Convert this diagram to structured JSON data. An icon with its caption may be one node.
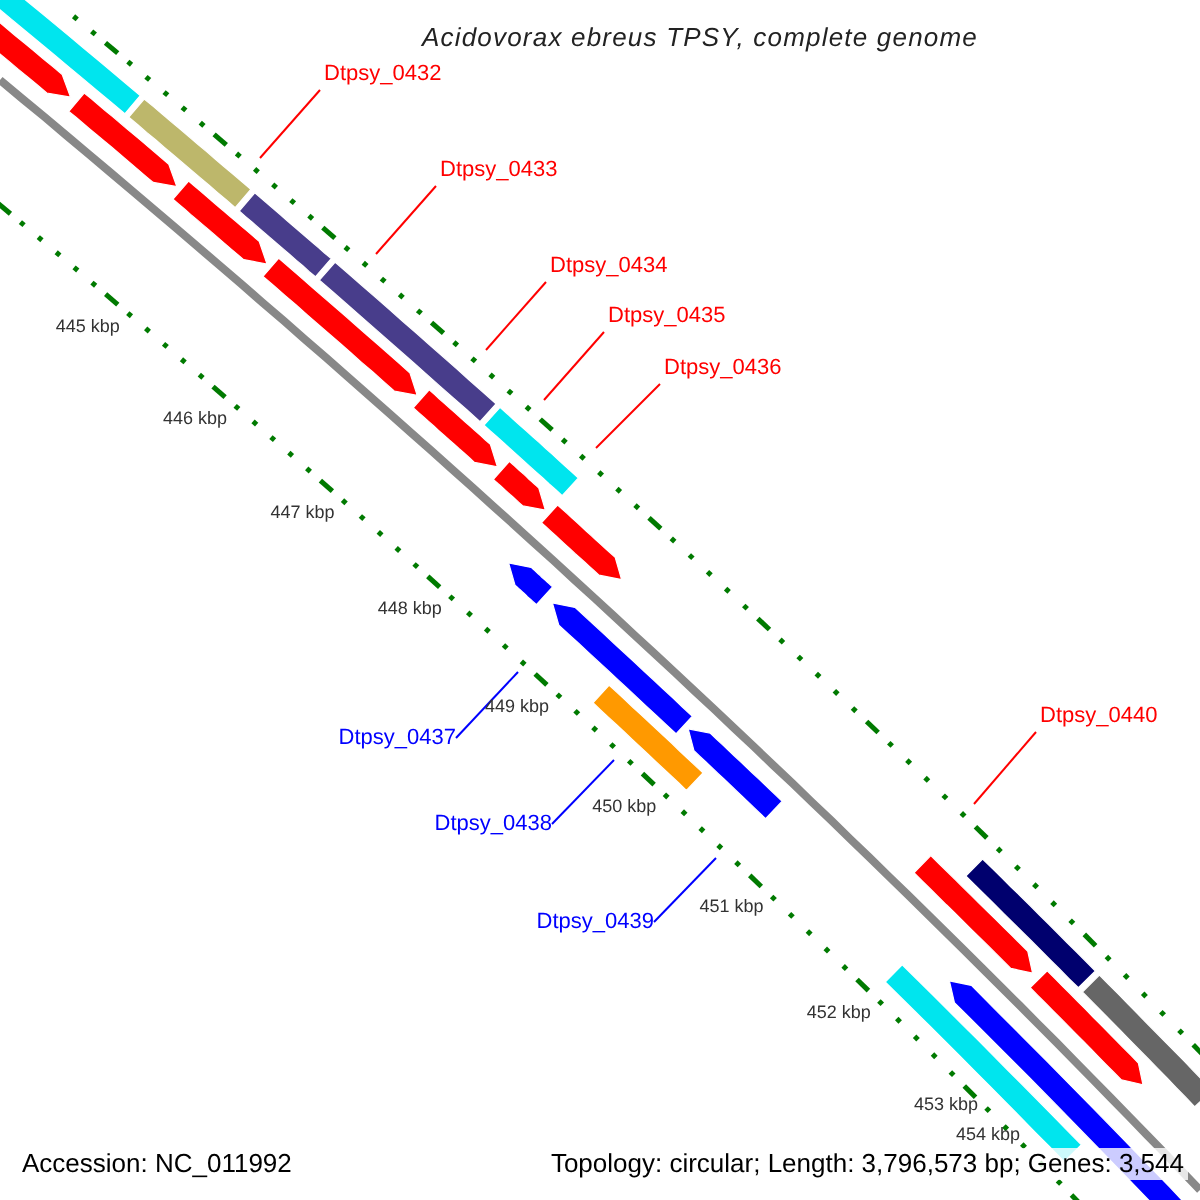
{
  "diagram": {
    "title": "Acidovorax ebreus TPSY, complete genome",
    "nodes": [
      {
        "text": [
          "Dtpsy_0432"
        ]
      },
      {
        "text": [
          "Dtpsy_0433"
        ]
      },
      {
        "text": [
          "Dtpsy_0434"
        ]
      },
      {
        "text": [
          "Dtpsy_0435"
        ]
      },
      {
        "text": [
          "Dtpsy_0436"
        ]
      },
      {
        "text": [
          "Dtpsy_0437"
        ]
      },
      {
        "text": [
          "Dtpsy_0438"
        ]
      },
      {
        "text": [
          "Dtpsy_0439"
        ]
      },
      {
        "text": [
          "Dtpsy_0440"
        ]
      }
    ],
    "edges": [
      {
        "from": 0,
        "to": null,
        "arrow": "none"
      },
      {
        "from": 1,
        "to": null,
        "arrow": "none"
      },
      {
        "from": 2,
        "to": null,
        "arrow": "none"
      },
      {
        "from": 3,
        "to": null,
        "arrow": "none"
      },
      {
        "from": 4,
        "to": null,
        "arrow": "none"
      },
      {
        "from": 5,
        "to": null,
        "arrow": "none",
        "color": "#0000ff"
      },
      {
        "from": 6,
        "to": null,
        "arrow": "none",
        "color": "#0000ff"
      },
      {
        "from": 7,
        "to": null,
        "arrow": "none",
        "color": "#0000ff"
      },
      {
        "from": 8,
        "to": null,
        "arrow": "none"
      }
    ],
    "labels": [
      "445 kbp",
      "446 kbp",
      "447 kbp",
      "448 kbp",
      "449 kbp",
      "450 kbp",
      "451 kbp",
      "452 kbp",
      "453 kbp",
      "454 kbp",
      "Accession: NC_011992",
      "Topology: circular; Length: 3,796,573 bp; Genes: 3,544"
    ]
  }
}
